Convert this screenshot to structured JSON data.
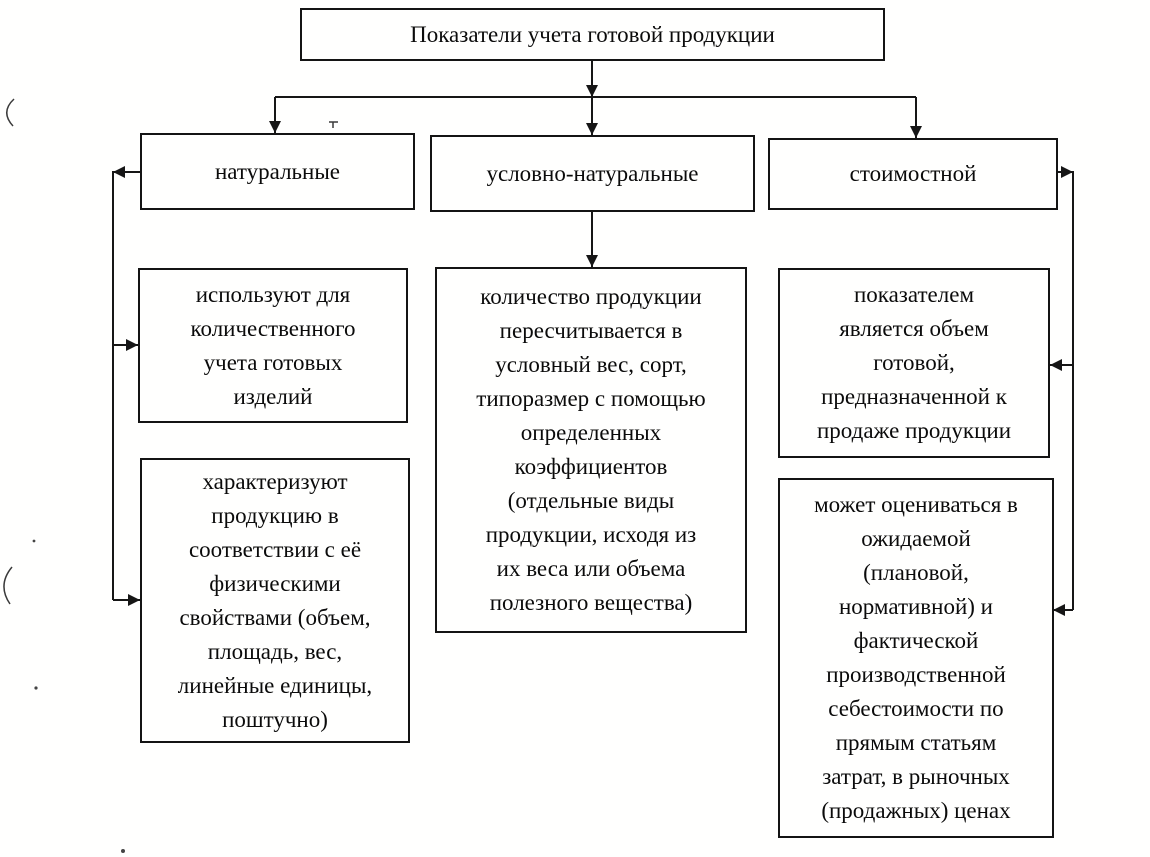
{
  "diagram": {
    "root": {
      "label": "Показатели учета готовой продукции"
    },
    "categories": [
      {
        "label": "натуральные"
      },
      {
        "label": "условно-натуральные"
      },
      {
        "label": "стоимостной"
      }
    ],
    "details": {
      "natural_usage": "используют для\nколичественного\nучета готовых\nизделий",
      "natural_character": "характеризуют\nпродукцию в\nсоответствии с её\nфизическими\nсвойствами (объем,\nплощадь, вес,\nлинейные единицы,\nпоштучно)",
      "conditional_description": "количество продукции\nпересчитывается в\nусловный вес, сорт,\nтипоразмер с помощью\nопределенных\nкоэффициентов\n(отдельные виды\nпродукции, исходя из\nих веса или объема\nполезного вещества)",
      "cost_indicator": "показателем\nявляется объем\nготовой,\nпредназначенной к\nпродаже продукции",
      "cost_valuation": "может оцениваться в\nожидаемой\n(плановой,\nнормативной) и\nфактической\nпроизводственной\nсебестоимости по\nпрямым статьям\nзатрат, в рыночных\n(продажных) ценах"
    },
    "colors": {
      "ink": "#161616",
      "background": "#fffffe"
    }
  }
}
